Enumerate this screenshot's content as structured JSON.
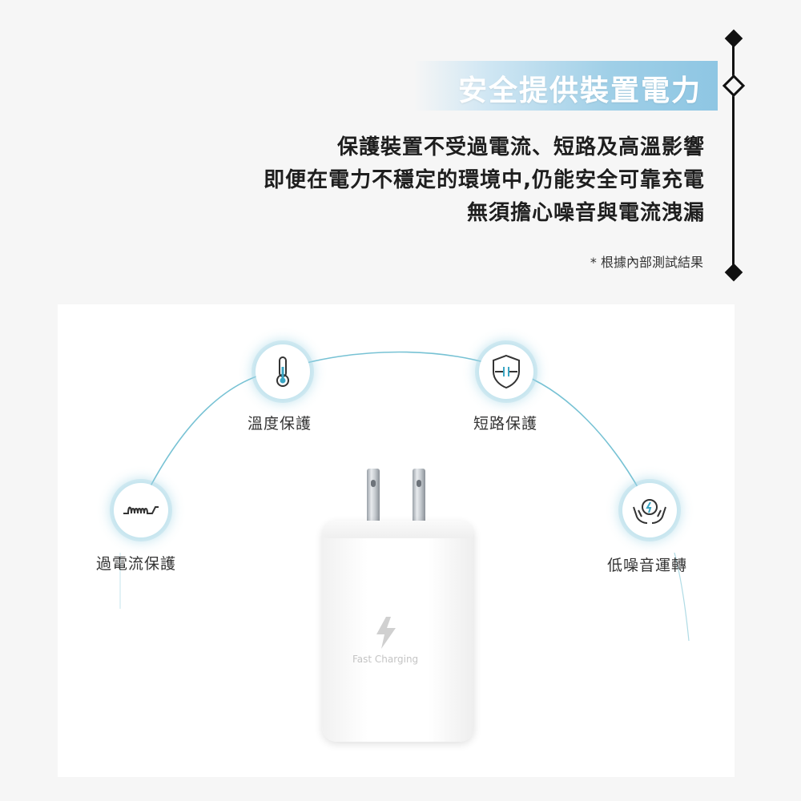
{
  "header": {
    "title": "安全提供裝置電力",
    "description_lines": [
      "保護裝置不受過電流、短路及高溫影響",
      "即便在電力不穩定的環境中,仍能安全可靠充電",
      "無須擔心噪音與電流洩漏"
    ],
    "footnote": "* 根據內部測試結果"
  },
  "features": [
    {
      "label": "溫度保護",
      "icon": "thermometer-icon"
    },
    {
      "label": "短路保護",
      "icon": "shield-icon"
    },
    {
      "label": "過電流保護",
      "icon": "waveform-icon"
    },
    {
      "label": "低噪音運轉",
      "icon": "hands-bolt-icon"
    }
  ],
  "product": {
    "text": "Fast Charging"
  },
  "colors": {
    "accent": "#3aa6c4",
    "banner": "#8ec6e3",
    "text": "#1e1e1e"
  }
}
